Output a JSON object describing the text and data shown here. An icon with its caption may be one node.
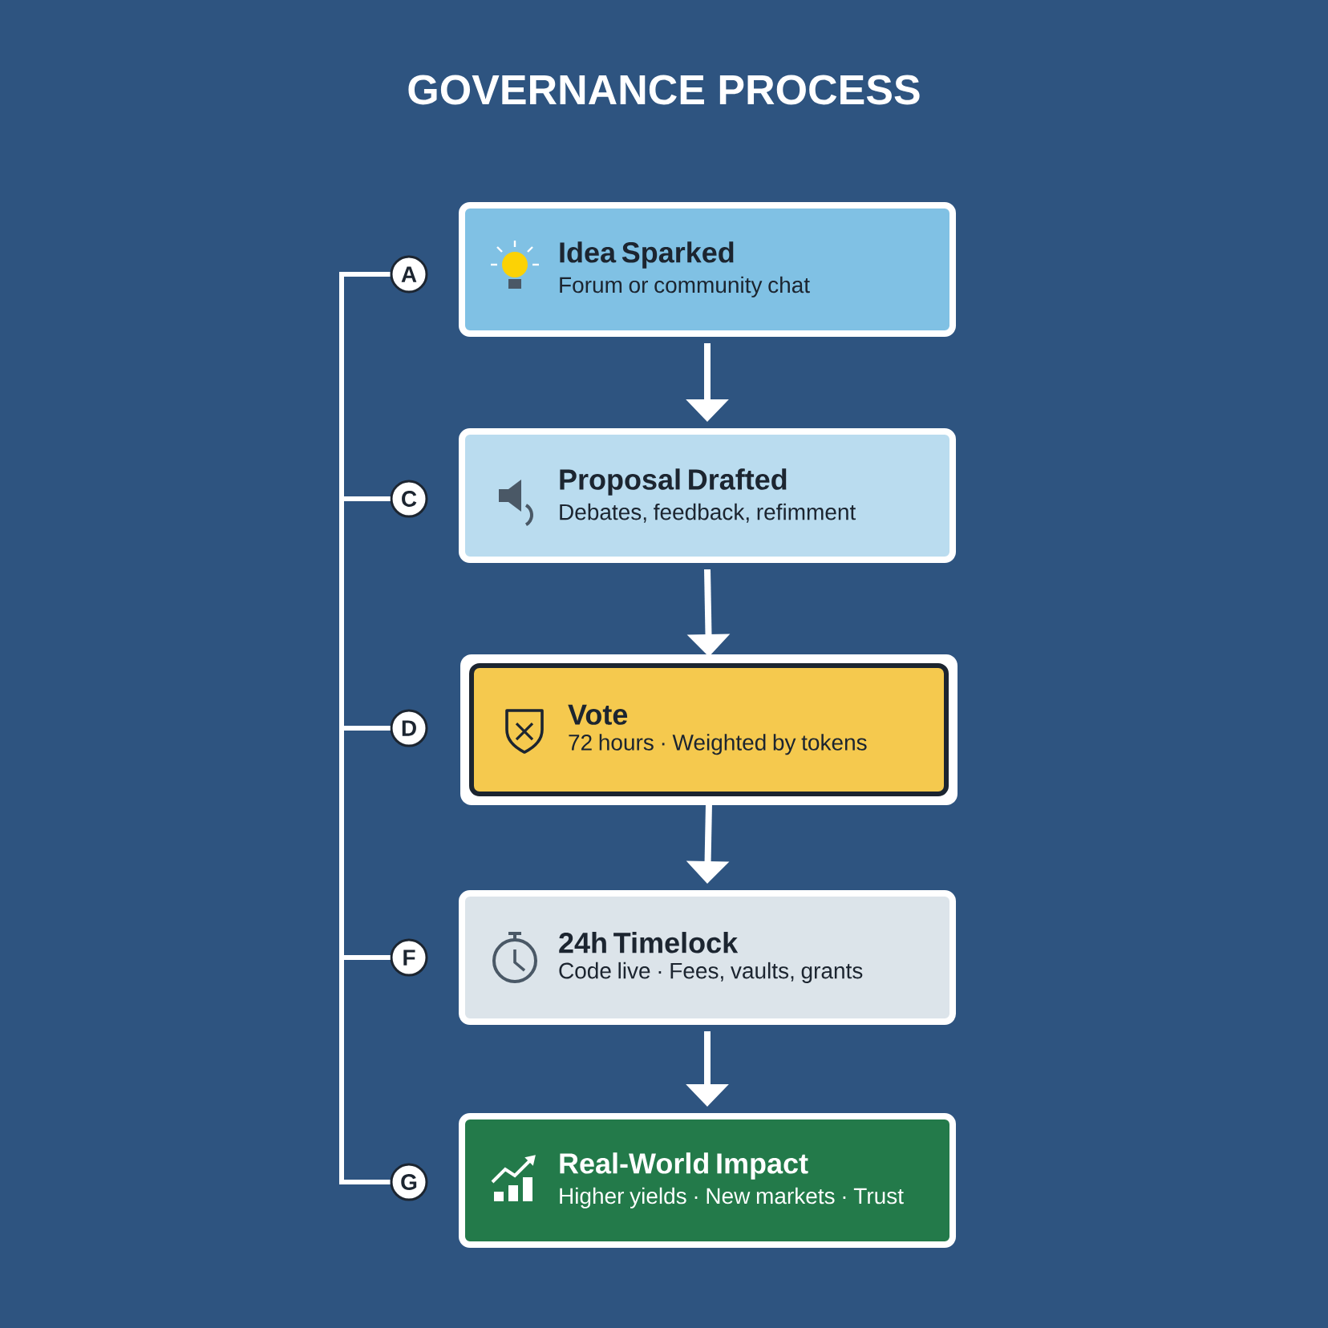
{
  "diagram": {
    "title": "GOVERNANCE PROCESS",
    "nodes": [
      {
        "text": [
          "Idea Sparked",
          "Forum or community chat"
        ]
      },
      {
        "text": [
          "Proposal Drafted",
          "Debates, feedback, refimment"
        ]
      },
      {
        "text": [
          "Vote",
          "72 hours · Weighted by tokens"
        ]
      },
      {
        "text": [
          "24h Timelock",
          "Code live · Fees, vaults, grants"
        ]
      },
      {
        "text": [
          "Real-World Impact",
          "Higher yields · New markets · Trust"
        ]
      },
      {
        "text": [
          "A"
        ]
      },
      {
        "text": [
          "C"
        ]
      },
      {
        "text": [
          "D"
        ]
      },
      {
        "text": [
          "F"
        ]
      },
      {
        "text": [
          "G"
        ]
      }
    ],
    "edges": [
      {
        "from": 0,
        "to": 1,
        "arrow": "to"
      },
      {
        "from": 1,
        "to": 2,
        "arrow": "to"
      },
      {
        "from": 2,
        "to": 3,
        "arrow": "to"
      },
      {
        "from": 3,
        "to": 4,
        "arrow": "to"
      },
      {
        "from": 5,
        "to": 6,
        "arrow": "none"
      },
      {
        "from": 6,
        "to": 7,
        "arrow": "none"
      },
      {
        "from": 7,
        "to": 8,
        "arrow": "none"
      },
      {
        "from": 8,
        "to": 9,
        "arrow": "none"
      }
    ]
  }
}
